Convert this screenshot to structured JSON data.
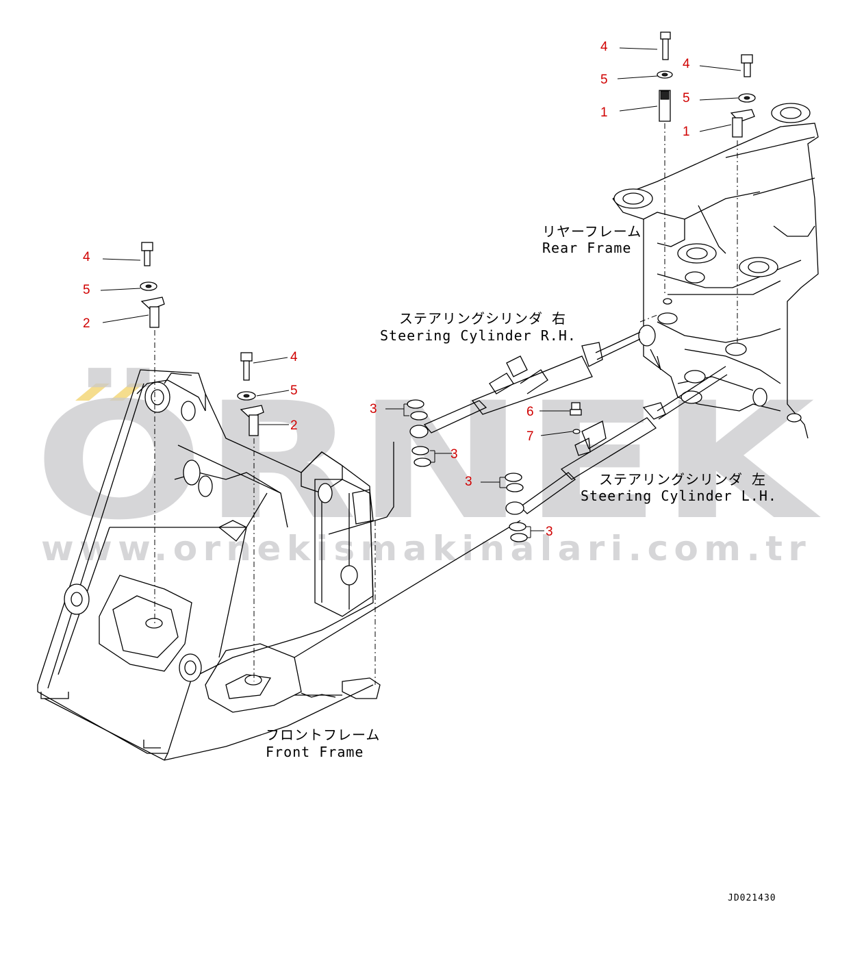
{
  "watermark": {
    "brand": "ÖRNEK",
    "url": "www.ornekismakinalari.com.tr"
  },
  "labels": {
    "rear_frame_jp": "リヤーフレーム",
    "rear_frame_en": "Rear Frame",
    "cyl_rh_jp": "ステアリングシリンダ 右",
    "cyl_rh_en": "Steering Cylinder R.H.",
    "cyl_lh_jp": "ステアリングシリンダ 左",
    "cyl_lh_en": "Steering Cylinder L.H.",
    "front_frame_jp": "フロントフレーム",
    "front_frame_en": "Front Frame"
  },
  "drawing_code": "JD021430",
  "callouts": {
    "c_rear_bolt_1": "4",
    "c_rear_washer_1": "5",
    "c_rear_pin_1": "1",
    "c_rear_bolt_2": "4",
    "c_rear_washer_2": "5",
    "c_rear_pin_2": "1",
    "c_front_bolt_1": "4",
    "c_front_washer_1": "5",
    "c_front_pin_1": "2",
    "c_front_bolt_2": "4",
    "c_front_washer_2": "5",
    "c_front_pin_2": "2",
    "c_rh_seal_upper": "3",
    "c_rh_seal_lower": "3",
    "c_lh_seal_upper": "3",
    "c_lh_seal_lower": "3",
    "c_fitting": "6",
    "c_oring": "7"
  },
  "colors": {
    "callout": "#d00000",
    "watermark": "#c9c9cc",
    "watermark_accent": "#f3d470"
  }
}
